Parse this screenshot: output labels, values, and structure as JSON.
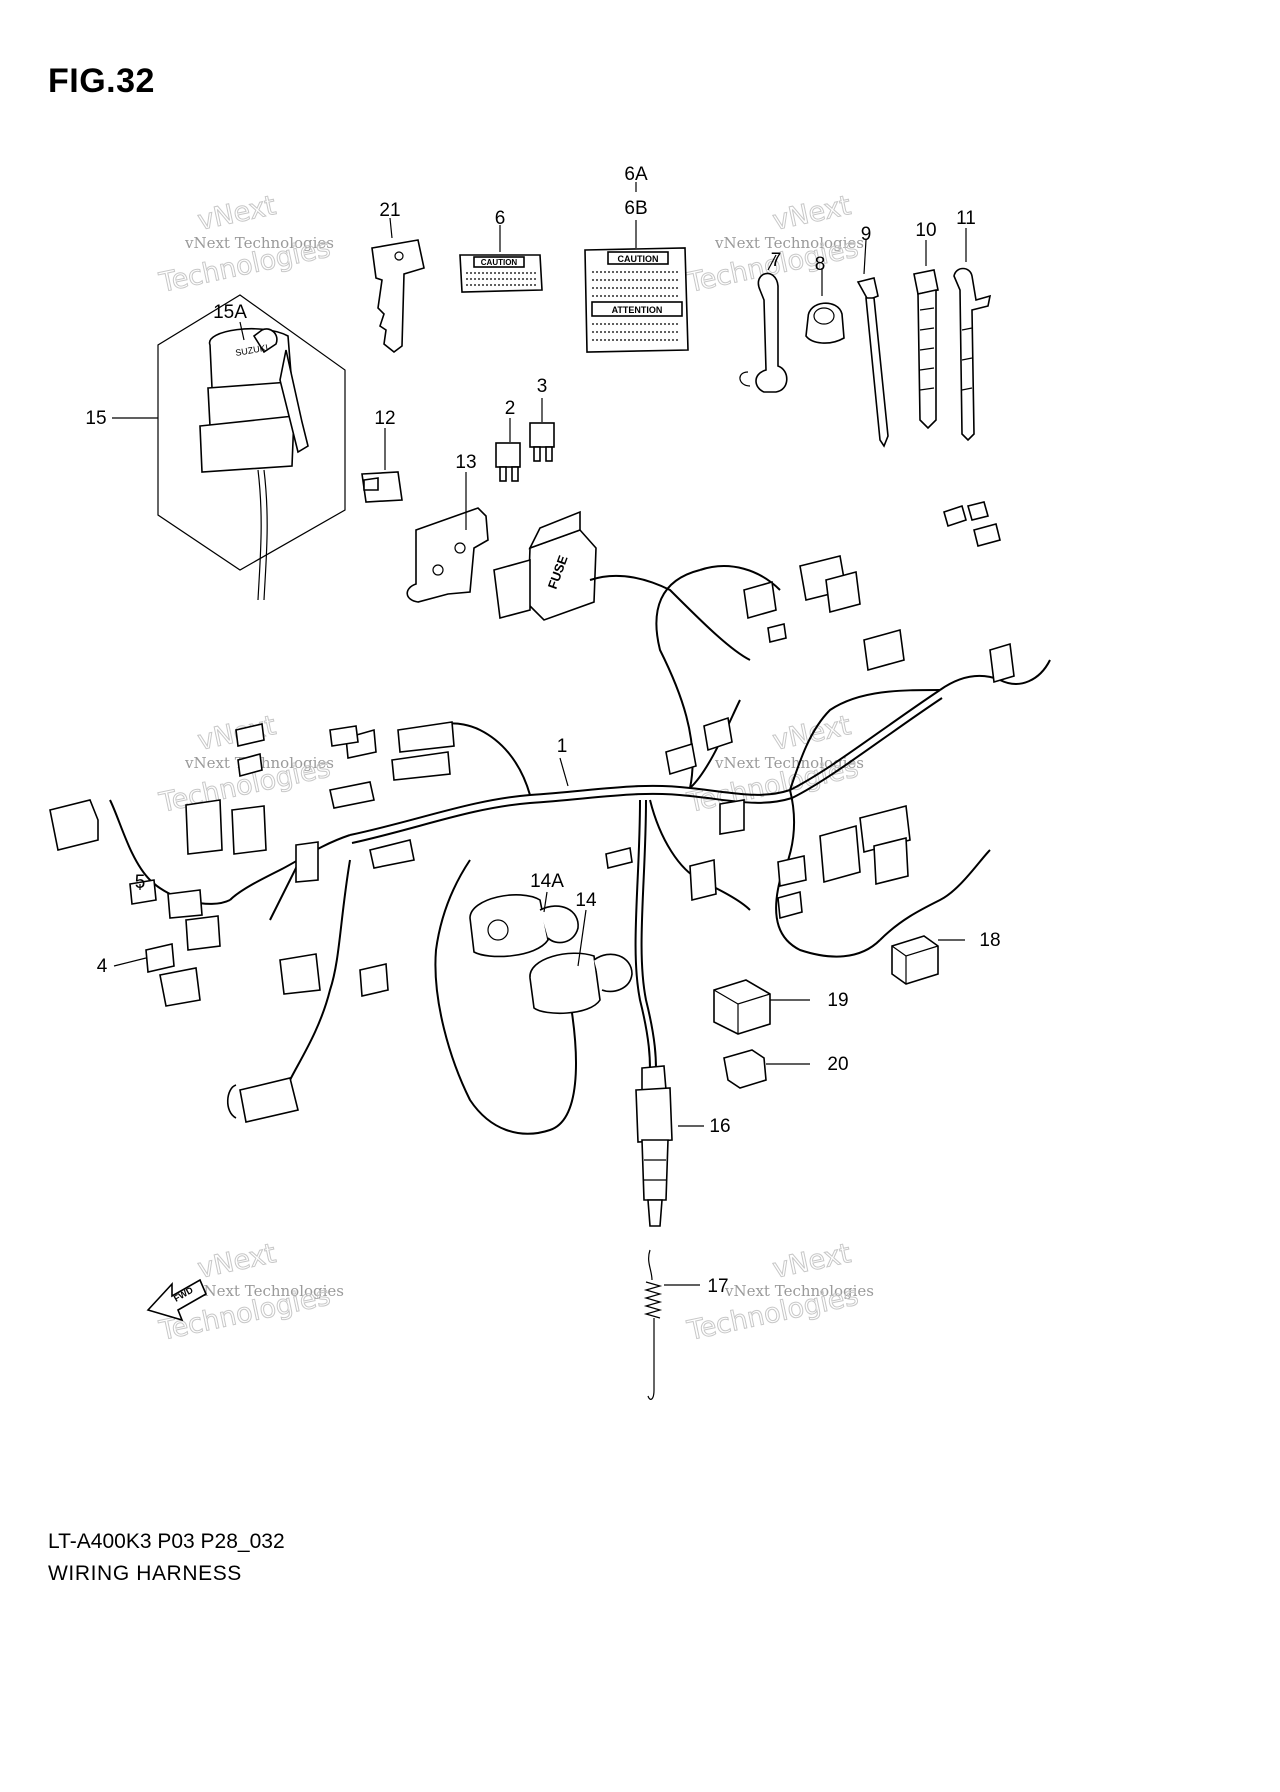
{
  "figure": {
    "title": "FIG.32",
    "model_code": "LT-A400K3 P03 P28_032",
    "name": "WIRING HARNESS"
  },
  "callouts": {
    "c1": "1",
    "c2": "2",
    "c3": "3",
    "c4": "4",
    "c5": "5",
    "c6": "6",
    "c6a": "6A",
    "c6b": "6B",
    "c7": "7",
    "c8": "8",
    "c9": "9",
    "c10": "10",
    "c11": "11",
    "c12": "12",
    "c13": "13",
    "c14": "14",
    "c14a": "14A",
    "c15": "15",
    "c15a": "15A",
    "c16": "16",
    "c17": "17",
    "c18": "18",
    "c19": "19",
    "c20": "20",
    "c21": "21"
  },
  "labels": {
    "caution": "CAUTION",
    "attention": "ATTENTION",
    "fuse": "FUSE",
    "fwd": "FWD",
    "brand": "SUZUKI"
  },
  "watermark": {
    "line1": "vNext",
    "line2": "vNext Technologies",
    "line3": "Technologies"
  }
}
